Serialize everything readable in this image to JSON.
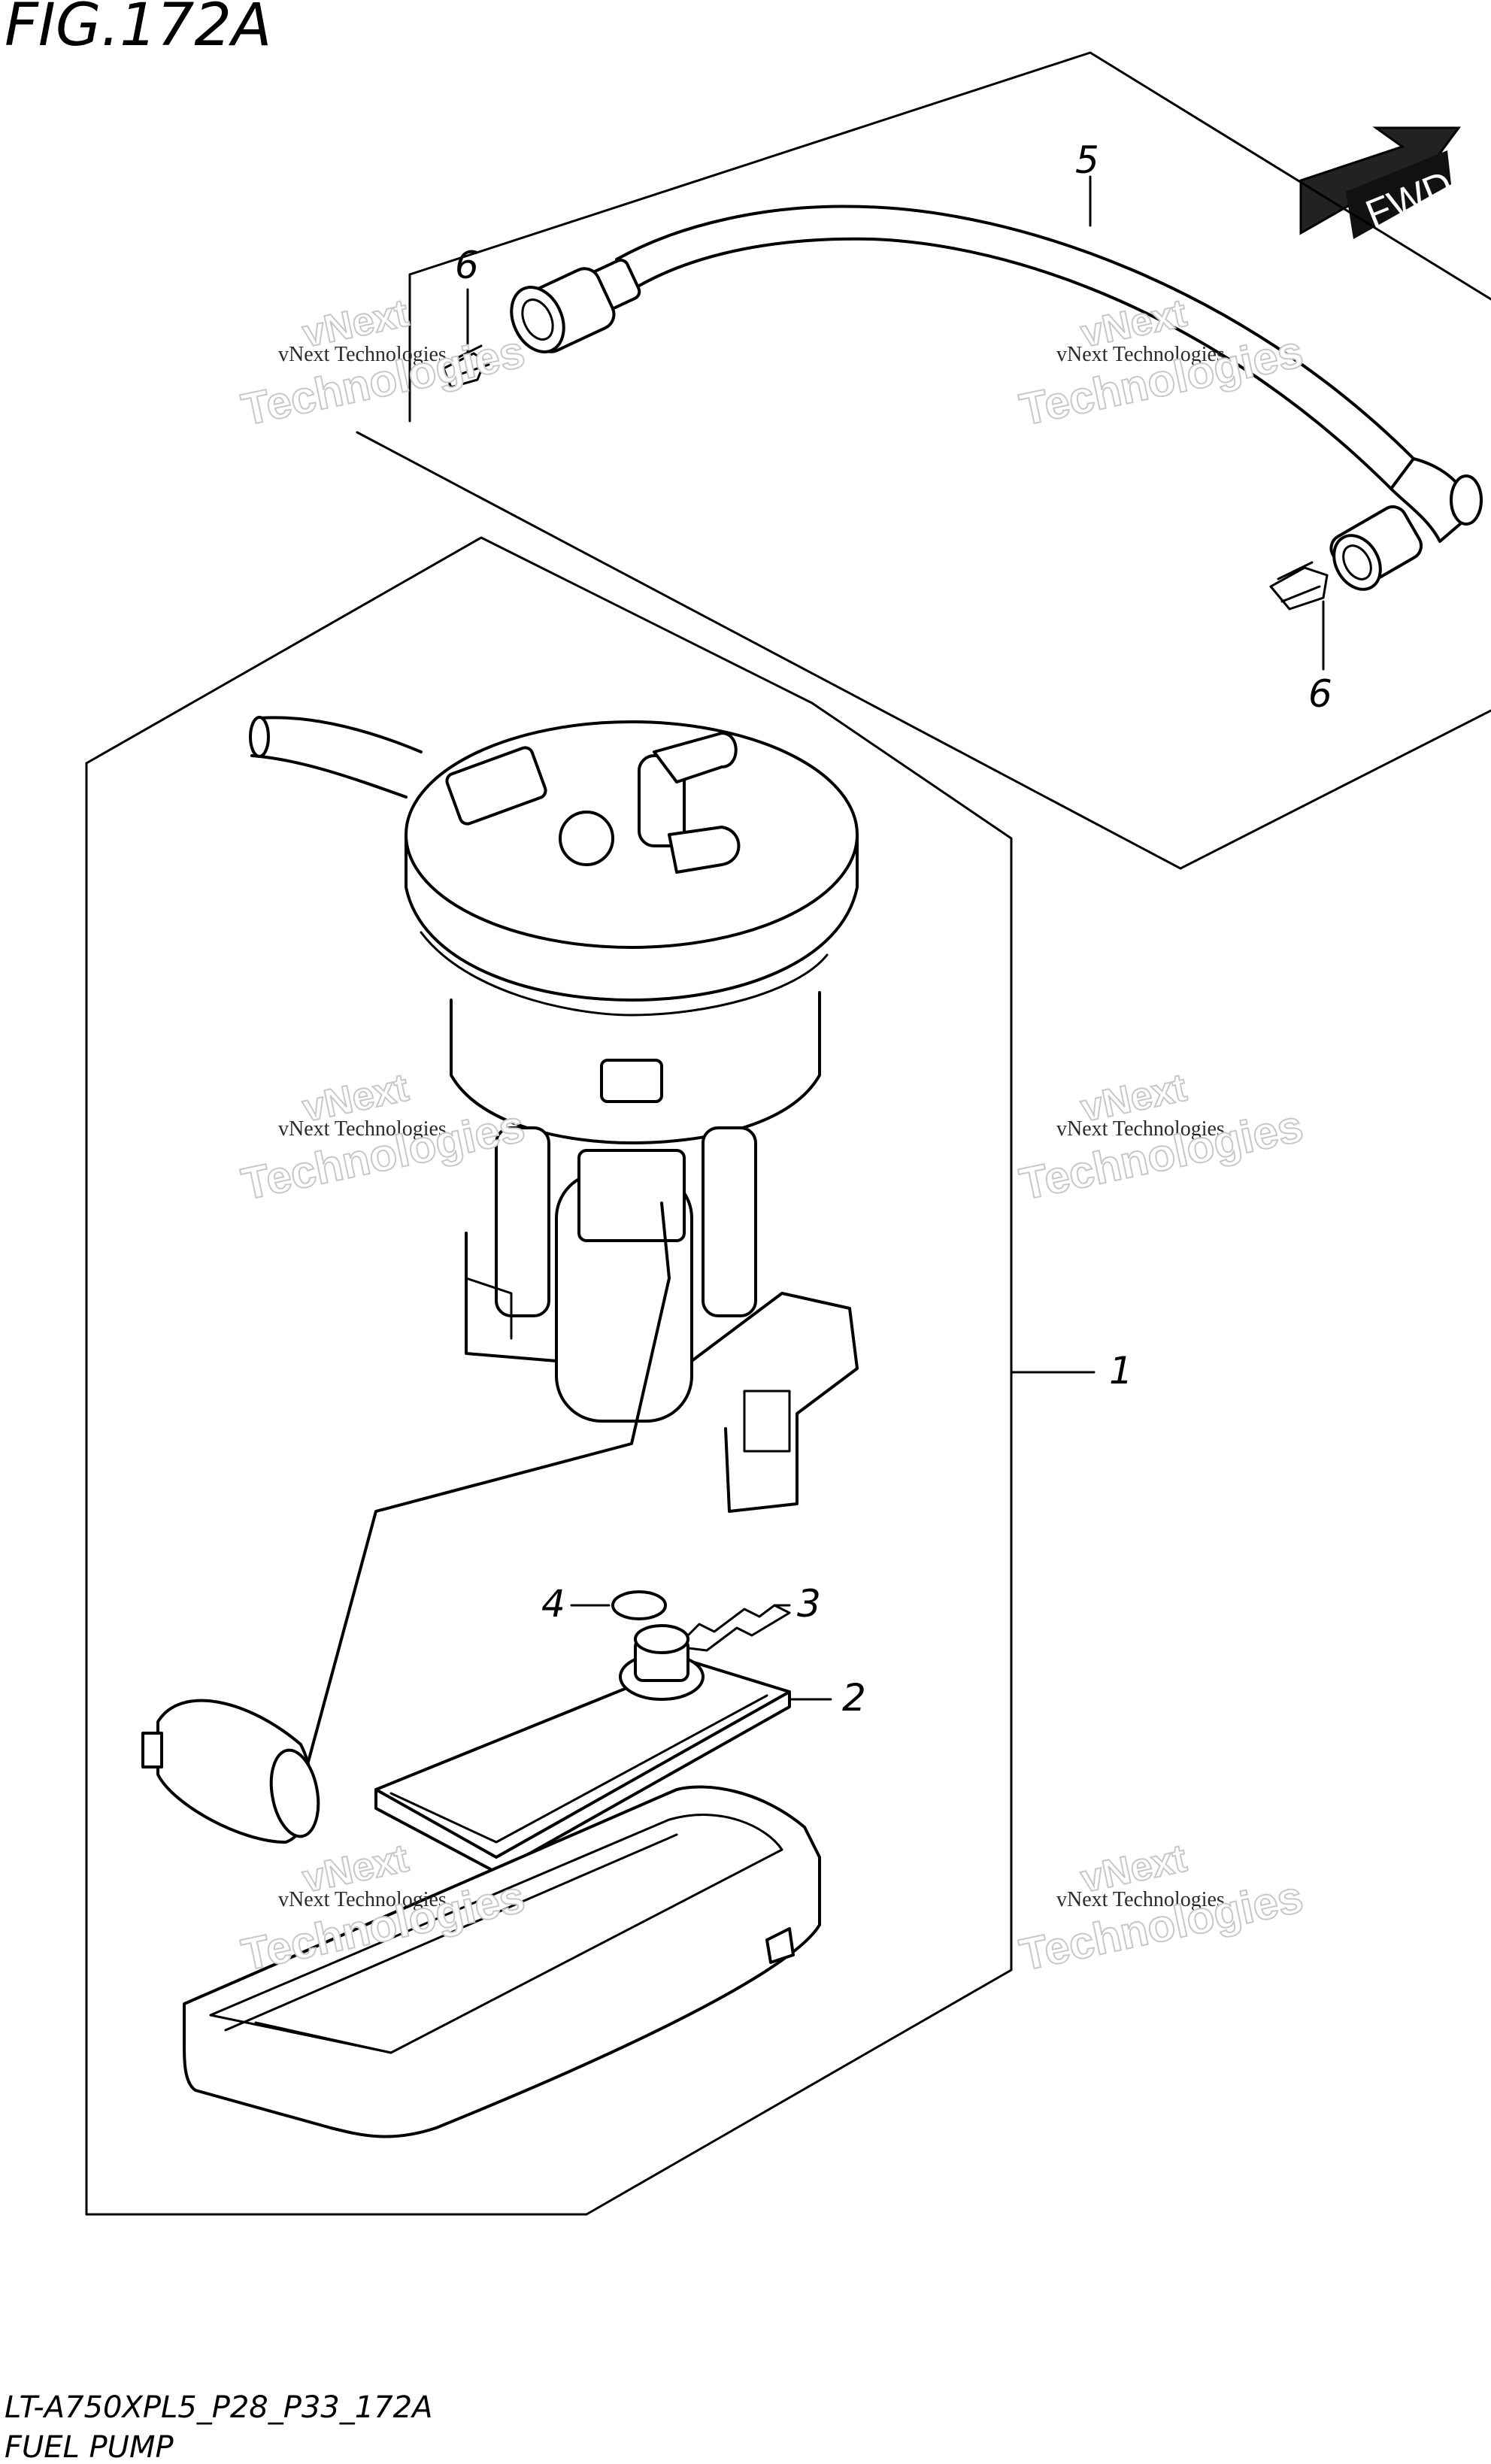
{
  "figure": {
    "title": "FIG.172A",
    "model_code": "LT-A750XPL5_P28_P33_172A",
    "caption": "FUEL PUMP"
  },
  "direction_badge": {
    "label": "FWD",
    "icon": "fwd-arrow-icon"
  },
  "callouts": {
    "pump_assembly": "1",
    "filter_cover": "2",
    "gasket": "3",
    "o_ring": "4",
    "fuel_hose": "5",
    "clip_left": "6",
    "clip_right": "6"
  },
  "watermarks": [
    {
      "line1": "vNext Technologies",
      "line2": "vNext",
      "line3": "Technologies"
    },
    {
      "line1": "vNext Technologies",
      "line2": "vNext",
      "line3": "Technologies"
    },
    {
      "line1": "vNext Technologies",
      "line2": "vNext",
      "line3": "Technologies"
    },
    {
      "line1": "vNext Technologies",
      "line2": "vNext",
      "line3": "Technologies"
    },
    {
      "line1": "vNext Technologies",
      "line2": "vNext",
      "line3": "Technologies"
    },
    {
      "line1": "vNext Technologies",
      "line2": "vNext",
      "line3": "Technologies"
    }
  ]
}
